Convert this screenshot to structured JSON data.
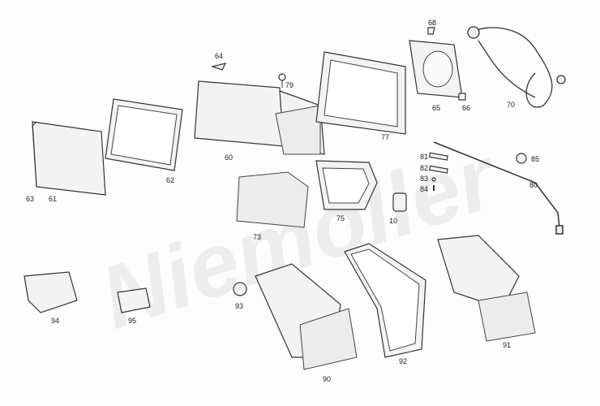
{
  "watermark": "Niemöller",
  "labels": {
    "p61": "61",
    "p63": "63",
    "p62": "62",
    "p64": "64",
    "p79": "79",
    "p60": "60",
    "p77": "77",
    "p68": "68",
    "p65": "65",
    "p66": "66",
    "p70": "70",
    "p85": "85",
    "p81": "81",
    "p82": "82",
    "p83": "83",
    "p84": "84",
    "p80": "80",
    "p10": "10",
    "p75": "75",
    "p73": "73",
    "p94": "94",
    "p95": "95",
    "p93": "93",
    "p90": "90",
    "p92": "92",
    "p91": "91"
  }
}
